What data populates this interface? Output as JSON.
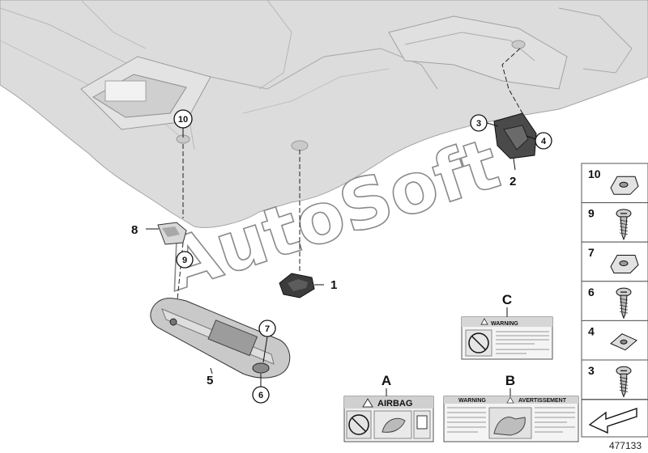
{
  "callouts": {
    "c1": "1",
    "c2": "2",
    "c3": "3",
    "c4": "4",
    "c5": "5",
    "c6": "6",
    "c7": "7",
    "c8": "8",
    "c9": "9",
    "c10": "10"
  },
  "label_letters": {
    "a": "A",
    "b": "B",
    "c": "C"
  },
  "label_a": {
    "title": "AIRBAG"
  },
  "label_b": {
    "left_title": "WARNING",
    "right_title": "AVERTISSEMENT"
  },
  "label_c": {
    "title": "WARNING"
  },
  "legend": {
    "items": [
      {
        "number": "10",
        "icon": "clip-nut-icon"
      },
      {
        "number": "9",
        "icon": "screw-icon"
      },
      {
        "number": "7",
        "icon": "clip-nut-icon"
      },
      {
        "number": "6",
        "icon": "screw-icon"
      },
      {
        "number": "4",
        "icon": "square-nut-icon"
      },
      {
        "number": "3",
        "icon": "screw-icon"
      }
    ]
  },
  "watermark": "AutoSoft",
  "page_number": "477133"
}
